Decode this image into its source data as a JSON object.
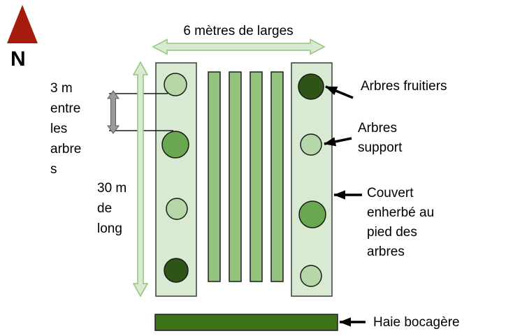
{
  "compass": {
    "label": "N"
  },
  "measurements": {
    "width": "6 mètres de larges",
    "tree_spacing": "3 m\nentre\nles\narbre\ns",
    "length": "30 m\nde\nlong"
  },
  "legend": {
    "fruit_trees": "Arbres fruitiers",
    "support_trees": "Arbres\nsupport",
    "ground_cover": "Couvert\nenherbé au\npied des\narbres",
    "hedge": "Haie bocagère"
  },
  "icons": {
    "north_arrow": "north-arrow-icon",
    "width_arrow": "double-arrow-horizontal-icon",
    "length_arrow": "double-arrow-vertical-icon",
    "spacing_arrow": "double-arrow-gray-icon",
    "pointer_arrows": "black-pointer-arrow-icon"
  },
  "colors": {
    "north_red": "#a51c0d",
    "strip_fill": "#d9ead3",
    "row_green": "#93c47d",
    "tree_light": "#b6d7a8",
    "tree_medium": "#6aa84f",
    "tree_dark": "#2e5418",
    "hedge_green": "#3c7317",
    "measure_arrow_fill": "#d9ead3",
    "measure_arrow_stroke": "#93c47d",
    "gray_arrow_fill": "#999999"
  }
}
